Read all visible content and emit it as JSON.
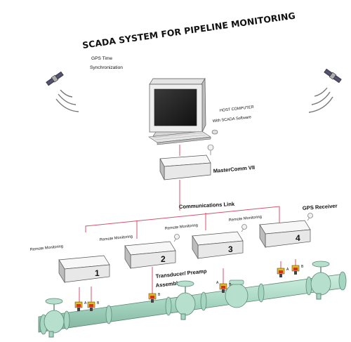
{
  "title": "SCADA SYSTEM FOR PIPELINE MONITORING",
  "gps_sync": [
    "GPS Time",
    "Synchronization"
  ],
  "host_computer": [
    "HOST COMPUTER",
    "With SCADA  Software"
  ],
  "master": "MasterComm VII",
  "comm_link": "Communications Link",
  "gps_receiver": "GPS Receiver",
  "remote_units": [
    {
      "label": "Remote Monitoring",
      "number": "1"
    },
    {
      "label": "Remote Monitoring",
      "number": "2"
    },
    {
      "label": "Remote Monitoring",
      "number": "3"
    },
    {
      "label": "Remote Monitoring",
      "number": "4"
    }
  ],
  "transducer": [
    "Transducer/ Preamp",
    "Assembly"
  ],
  "sensor_letters": [
    "A",
    "B",
    "B",
    "A",
    "B",
    "A",
    "B"
  ],
  "colors": {
    "link_line": "#d9506a",
    "pipe": "#a9d8c4",
    "pipe_dark": "#6f9e8a",
    "sensor_red": "#d43020",
    "sensor_yellow": "#e8b820",
    "box_face": "#e8e8e8",
    "box_top": "#f7f7f7",
    "box_side": "#bdbdbd"
  }
}
